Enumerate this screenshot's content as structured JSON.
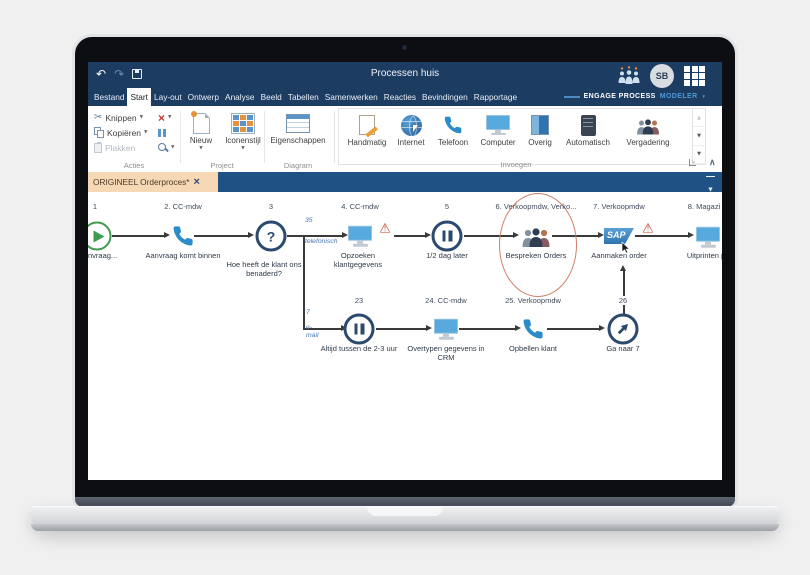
{
  "colors": {
    "titlebar_bg": "#1c3c62",
    "docbar_bg": "#1f5184",
    "doc_tab_bg": "#f6d8b4",
    "accent_blue": "#2b8cc9",
    "warning_red": "#c23b22",
    "annotation_red": "#cb8068",
    "start_green": "#3f9b4f",
    "node_navy": "#2c4a6e",
    "edge_label_blue": "#4577b0"
  },
  "icons": {
    "undo": "↶",
    "redo": "↷",
    "cut": "✂",
    "delete": "×",
    "close": "×",
    "dropdown": "▼",
    "scroll_up": "▲",
    "scroll_down": "▼",
    "warning": "⚠",
    "question": "?",
    "collapse_ribbon": "∧",
    "dialog_launcher": "↘",
    "chevron_double_down": "▼"
  },
  "titlebar": {
    "title": "Processen huis"
  },
  "brand": {
    "primary": "ENGAGE PROCESS",
    "secondary": "MODELER",
    "avatar": "SB"
  },
  "nav": {
    "items": [
      "Bestand",
      "Start",
      "Lay-out",
      "Ontwerp",
      "Analyse",
      "Beeld",
      "Tabellen",
      "Samenwerken",
      "Reacties",
      "Bevindingen",
      "Rapportage"
    ]
  },
  "ribbon": {
    "actions": {
      "label": "Acties",
      "cut": "Knippen",
      "copy": "Kopiëren",
      "paste": "Plakken"
    },
    "project": {
      "label": "Project",
      "new": "Nieuw",
      "iconstyle": "Iconenstijl"
    },
    "diagram": {
      "label": "Diagram",
      "properties": "Eigenschappen"
    },
    "insert": {
      "label": "Invoegen",
      "items": [
        "Handmatig",
        "Internet",
        "Telefoon",
        "Computer",
        "Overig",
        "Automatisch",
        "Vergadering"
      ]
    }
  },
  "docbar": {
    "tab": "ORIGINEEL Orderproces*"
  },
  "flow": {
    "nodes": [
      {
        "number": "1",
        "label": "Aanvraag...",
        "type": "start"
      },
      {
        "number": "2. CC-mdw",
        "label": "Aanvraag komt binnen",
        "type": "phone"
      },
      {
        "number": "3",
        "label": "Hoe heeft de klant ons benaderd?",
        "type": "question"
      },
      {
        "number": "4. CC-mdw",
        "label": "Opzoeken klantgegevens",
        "type": "computer",
        "warning": true
      },
      {
        "number": "5",
        "label": "1/2 dag later",
        "type": "pause"
      },
      {
        "number": "6. Verkoopmdw, Verko...",
        "label": "Bespreken Orders",
        "type": "meeting",
        "annotated": true
      },
      {
        "number": "7. Verkoopmdw",
        "label": "Aanmaken order",
        "type": "sap",
        "warning": true
      },
      {
        "number": "8. Magazi",
        "label": "Uitprinten p",
        "type": "computer"
      },
      {
        "number": "23",
        "label": "Altijd tussen de 2-3 uur",
        "type": "pause"
      },
      {
        "number": "24. CC-mdw",
        "label": "Overtypen gegevens in CRM",
        "type": "computer"
      },
      {
        "number": "25. Verkoopmdw",
        "label": "Opbellen klant",
        "type": "phone"
      },
      {
        "number": "26",
        "label": "Ga naar 7",
        "type": "goto"
      }
    ],
    "edge_labels": {
      "phone_count": "35",
      "phone": "telefonisch",
      "mail_count": "7",
      "mail": "e-mail"
    }
  }
}
